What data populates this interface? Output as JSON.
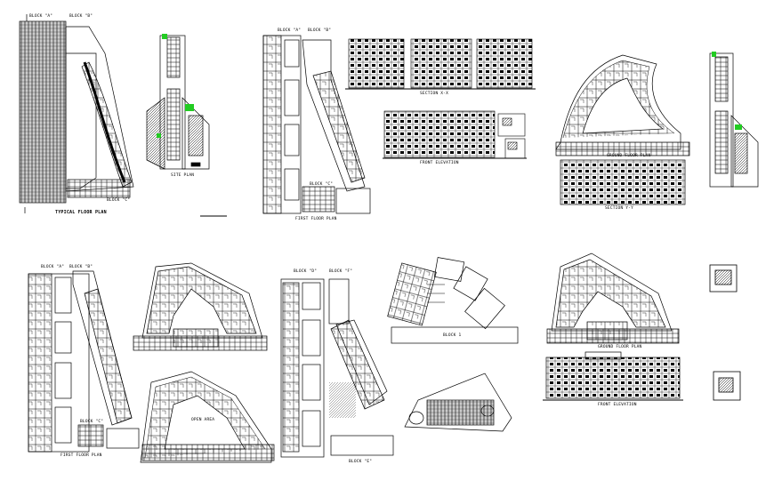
{
  "sheet": {
    "labels": {
      "typical_floor_plan": "TYPICAL FLOOR PLAN",
      "block_a": "BLOCK \"A\"",
      "block_b": "BLOCK \"B\"",
      "block_c": "BLOCK \"C\"",
      "block_d": "BLOCK \"D\"",
      "block_e": "BLOCK \"E\"",
      "block_f": "BLOCK \"F\"",
      "site_plan": "SITE PLAN",
      "first_floor_plan": "FIRST FLOOR PLAN",
      "section_xx": "SECTION X-X",
      "front_elevation": "FRONT ELEVATION",
      "ground_floor_plan": "GROUND FLOOR PLAN",
      "open_area": "OPEN AREA",
      "block_one": "BLOCK 1",
      "section_yy": "SECTION Y-Y"
    },
    "colors": {
      "line": "#000000",
      "tree_green": "#22cc22",
      "background": "#ffffff"
    }
  }
}
